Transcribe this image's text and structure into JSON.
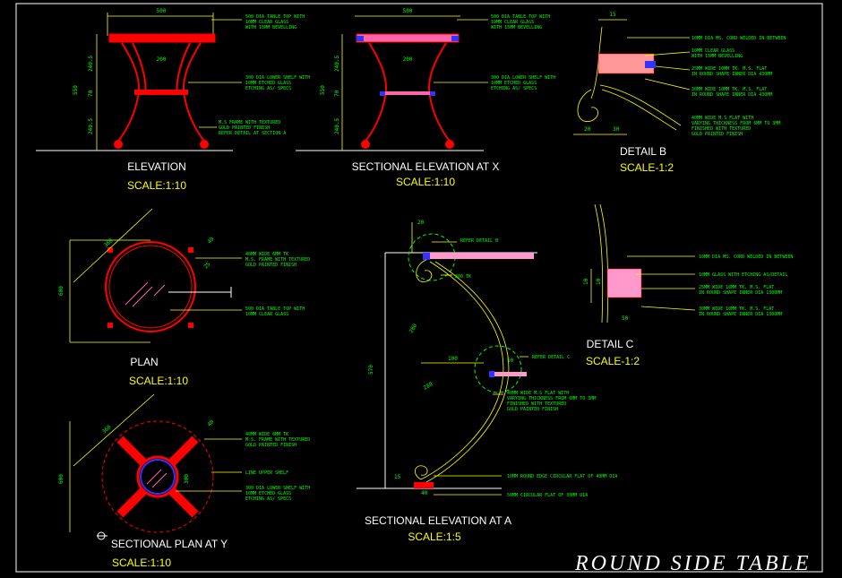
{
  "title": "ROUND SIDE TABLE",
  "views": {
    "elevation": {
      "title": "ELEVATION",
      "scale": "SCALE:1:10"
    },
    "sec_x": {
      "title": "SECTIONAL ELEVATION AT X",
      "scale": "SCALE:1:10"
    },
    "detail_b": {
      "title": "DETAIL B",
      "scale": "SCALE-1:2"
    },
    "plan": {
      "title": "PLAN",
      "scale": "SCALE:1:10"
    },
    "sec_a": {
      "title": "SECTIONAL ELEVATION AT A",
      "scale": "SCALE:1:5"
    },
    "detail_c": {
      "title": "DETAIL C",
      "scale": "SCALE-1:2"
    },
    "sec_plan_y": {
      "title": "SECTIONAL PLAN AT Y",
      "scale": "SCALE:1:10"
    }
  },
  "notes": {
    "elev_top": [
      "500 DIA TABLE TOP WITH",
      "10MM CLEAR GLASS",
      "WITH 15MM BEVELLING"
    ],
    "elev_shelf": [
      "300 DIA LOWER SHELF WITH",
      "10MM ETCHED GLASS",
      "ETCHING AS/ SPECS"
    ],
    "elev_frame": [
      "M.S FRAME WITH TEXTURED",
      "GOLD PAINTED FINISH",
      "REFER DETAIL AT SECTION A"
    ],
    "secx_top": [
      "500 DIA TABLE TOP WITH",
      "10MM CLEAR GLASS",
      "WITH 15MM BEVELLING"
    ],
    "secx_shelf": [
      "300 DIA LOWER SHELF WITH",
      "10MM ETCHED GLASS",
      "ETCHING AS/ SPECS"
    ],
    "db_1": "10MM DIA MS. CORD WELDED IN BETWEEN",
    "db_2": [
      "10MM CLEAR GLASS",
      "WITH 15MM BEVELLING"
    ],
    "db_3": [
      "25MM WIDE 10MM TK. M.S. FLAT",
      "IN ROUND SHAPE INNER DIA 430MM"
    ],
    "db_4": [
      "30MM WIDE 10MM TK. M.S. FLAT",
      "IN ROUND SHAPE INNER DIA 430MM"
    ],
    "db_5": [
      "40MM WIDE M.S FLAT WITH",
      "VARYING THICKNESS FROM 6MM TO 3MM",
      "FINISHED WITH TEXTURED",
      "GOLD PAINTED FINISH"
    ],
    "plan_1": [
      "40MM WIDE 6MM TK",
      "M.S. FRAME WITH TEXTURED",
      "GOLD PAINTED FINISH"
    ],
    "plan_2": [
      "500 DIA TABLE TOP WITH",
      "10MM CLEAR GLASS"
    ],
    "spy_1": [
      "40MM WIDE 6MM TK",
      "M.S. FRAME WITH TEXTURED",
      "GOLD PAINTED FINISH"
    ],
    "spy_2": "LINE UPPER SHELF",
    "spy_3": [
      "300 DIA LOWER SHELF WITH",
      "10MM ETCHED GLASS",
      "ETCHING AS/ SPECS"
    ],
    "sa_ref_b": "REFER DETAIL B",
    "sa_tk": "300 TK",
    "sa_ref_c": "REFER DETAIL C",
    "sa_flat": [
      "40MM WIDE M.S FLAT WITH",
      "VARYING THICKNESS FROM 6MM TO 3MM",
      "FINISHED WITH TEXTURED",
      "GOLD PAINTED FINISH"
    ],
    "sa_bot1": "10MM ROUND EDGE CIRCULAR FLAT OF 40MM DIA",
    "sa_bot2": "50MM CIRCULAR FLAT OF 30MM DIA",
    "dc_1": "10MM DIA MS. CORD WELDED IN BETWEEN",
    "dc_2": "10MM GLASS WITH ETCHING AS/DETAIL",
    "dc_3": [
      "25MM WIDE 10MM TK. M.S. FLAT",
      "IN ROUND SHAPE INNER DIA 1300MM"
    ],
    "dc_4": [
      "30MM WIDE 10MM TK. M.S. FLAT",
      "IN ROUND SHAPE INNER DIA 1300MM"
    ]
  },
  "dims": {
    "d500": "500",
    "d200": "200",
    "d550": "550",
    "d240": "240.5",
    "d70": "70",
    "d2405": "240.5",
    "d15": "15",
    "d30": "30",
    "d20": "20",
    "d100": "100",
    "d10": "10",
    "d50": "50",
    "d600": "600",
    "d360": "360",
    "d40": "40",
    "d25": "25",
    "d300": "300",
    "d280": "280",
    "d570": "570"
  }
}
